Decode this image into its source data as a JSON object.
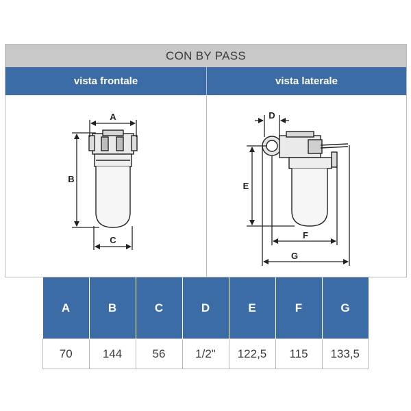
{
  "header": {
    "title": "CON BY PASS"
  },
  "views": {
    "front": {
      "label": "vista frontale"
    },
    "side": {
      "label": "vista laterale"
    }
  },
  "dimensions": {
    "columns": [
      "A",
      "B",
      "C",
      "D",
      "E",
      "F",
      "G"
    ],
    "values": [
      "70",
      "144",
      "56",
      "1/2\"",
      "122,5",
      "115",
      "133,5"
    ]
  },
  "drawing_labels": {
    "A": "A",
    "B": "B",
    "C": "C",
    "D": "D",
    "E": "E",
    "F": "F",
    "G": "G"
  }
}
